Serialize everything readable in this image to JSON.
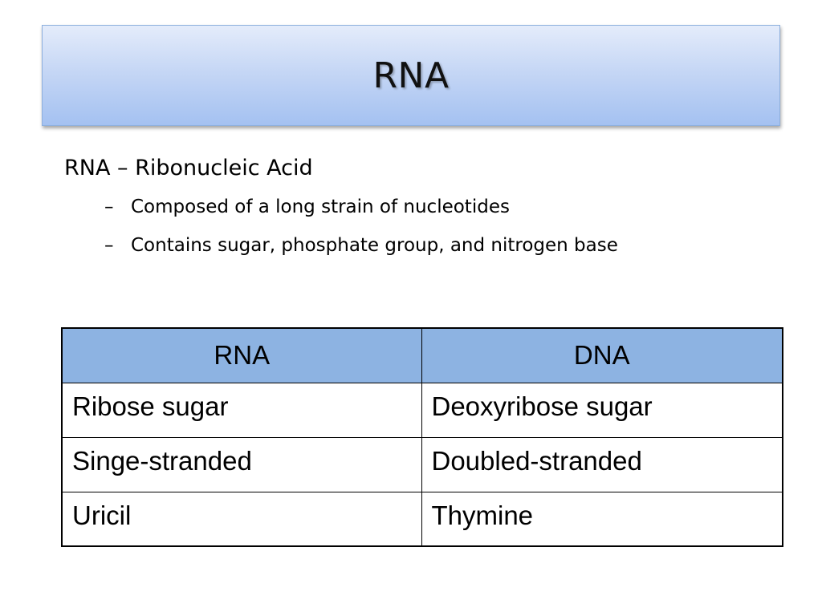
{
  "title": "RNA",
  "bullets": {
    "main": "RNA – Ribonucleic Acid",
    "sub_marker": "–",
    "subs": [
      "Composed of a long strain of nucleotides",
      "Contains sugar, phosphate group, and nitrogen base"
    ]
  },
  "table": {
    "headers": [
      "RNA",
      "DNA"
    ],
    "rows": [
      [
        "Ribose sugar",
        "Deoxyribose sugar"
      ],
      [
        "Singe-stranded",
        "Doubled-stranded"
      ],
      [
        "Uricil",
        "Thymine"
      ]
    ]
  },
  "colors": {
    "header_fill": "#8db3e2",
    "title_gradient_top": "#e4ecfb",
    "title_gradient_bottom": "#a4c1f1"
  }
}
